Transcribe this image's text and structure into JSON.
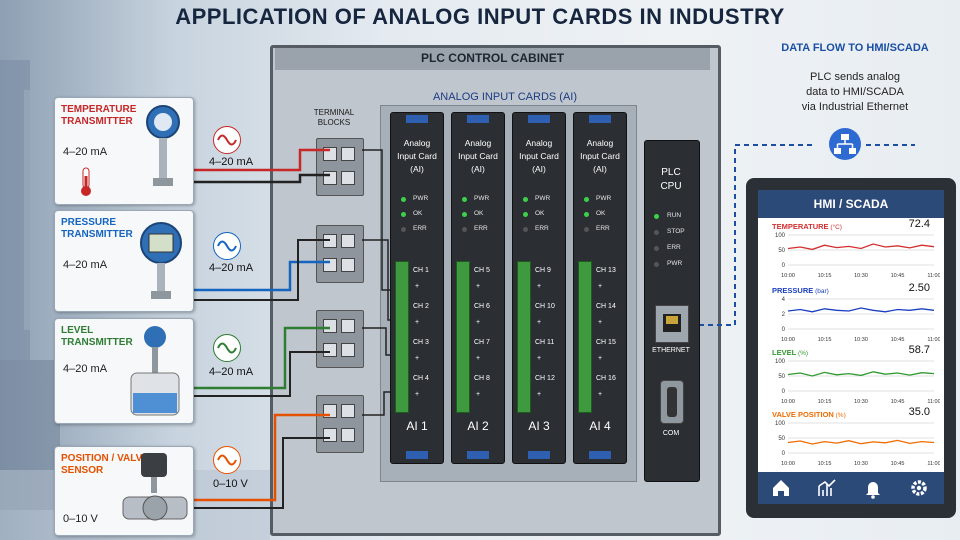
{
  "title": "APPLICATION OF ANALOG INPUT CARDS IN INDUSTRY",
  "sensors": [
    {
      "name": "TEMPERATURE\nTRANSMITTER",
      "signal": "4–20 mA",
      "color": "#c62828"
    },
    {
      "name": "PRESSURE\nTRANSMITTER",
      "signal": "4–20 mA",
      "color": "#1565c0"
    },
    {
      "name": "LEVEL\nTRANSMITTER",
      "signal": "4–20 mA",
      "color": "#2e7d32"
    },
    {
      "name": "POSITION / VALVE\nSENSOR",
      "signal": "0–10 V",
      "color": "#e65100"
    }
  ],
  "cabinet": {
    "title": "PLC CONTROL CABINET",
    "terminal_label": "TERMINAL\nBLOCKS",
    "ai_header": "ANALOG INPUT CARDS (AI)",
    "cards": [
      {
        "name": "Analog\nInput Card\n(AI)",
        "label": "AI 1",
        "channels": [
          "CH 1",
          "CH 2",
          "CH 3",
          "CH 4"
        ]
      },
      {
        "name": "Analog\nInput Card\n(AI)",
        "label": "AI 2",
        "channels": [
          "CH 5",
          "CH 6",
          "CH 7",
          "CH 8"
        ]
      },
      {
        "name": "Analog\nInput Card\n(AI)",
        "label": "AI 3",
        "channels": [
          "CH 9",
          "CH 10",
          "CH 11",
          "CH 12"
        ]
      },
      {
        "name": "Analog\nInput Card\n(AI)",
        "label": "AI 4",
        "channels": [
          "CH 13",
          "CH 14",
          "CH 15",
          "CH 16"
        ]
      }
    ],
    "card_leds": [
      "PWR",
      "OK",
      "ERR"
    ],
    "cpu": {
      "name": "PLC\nCPU",
      "leds": [
        "RUN",
        "STOP",
        "ERR",
        "PWR"
      ],
      "ethernet": "ETHERNET",
      "com": "COM"
    }
  },
  "data_flow": {
    "title": "DATA FLOW TO HMI/SCADA",
    "description": "PLC sends analog\ndata to HMI/SCADA\nvia Industrial Ethernet",
    "icon": "network-icon"
  },
  "hmi": {
    "title": "HMI / SCADA",
    "x_ticks": [
      "10:00",
      "10:15",
      "10:30",
      "10:45",
      "11:00"
    ],
    "panels": [
      {
        "name": "TEMPERATURE",
        "unit": " (°C)",
        "value": "72.4",
        "color": "#d32f2f",
        "yticks": [
          "100",
          "50",
          "0"
        ]
      },
      {
        "name": "PRESSURE",
        "unit": " (bar)",
        "value": "2.50",
        "color": "#1a3fbf",
        "yticks": [
          "4",
          "2",
          "0"
        ]
      },
      {
        "name": "LEVEL",
        "unit": " (%)",
        "value": "58.7",
        "color": "#2e9a2e",
        "yticks": [
          "100",
          "50",
          "0"
        ]
      },
      {
        "name": "VALVE POSITION",
        "unit": " (%)",
        "value": "35.0",
        "color": "#ef6c00",
        "yticks": [
          "100",
          "50",
          "0"
        ]
      }
    ],
    "tabs": [
      "home-icon",
      "trend-icon",
      "alarm-icon",
      "settings-icon"
    ]
  }
}
